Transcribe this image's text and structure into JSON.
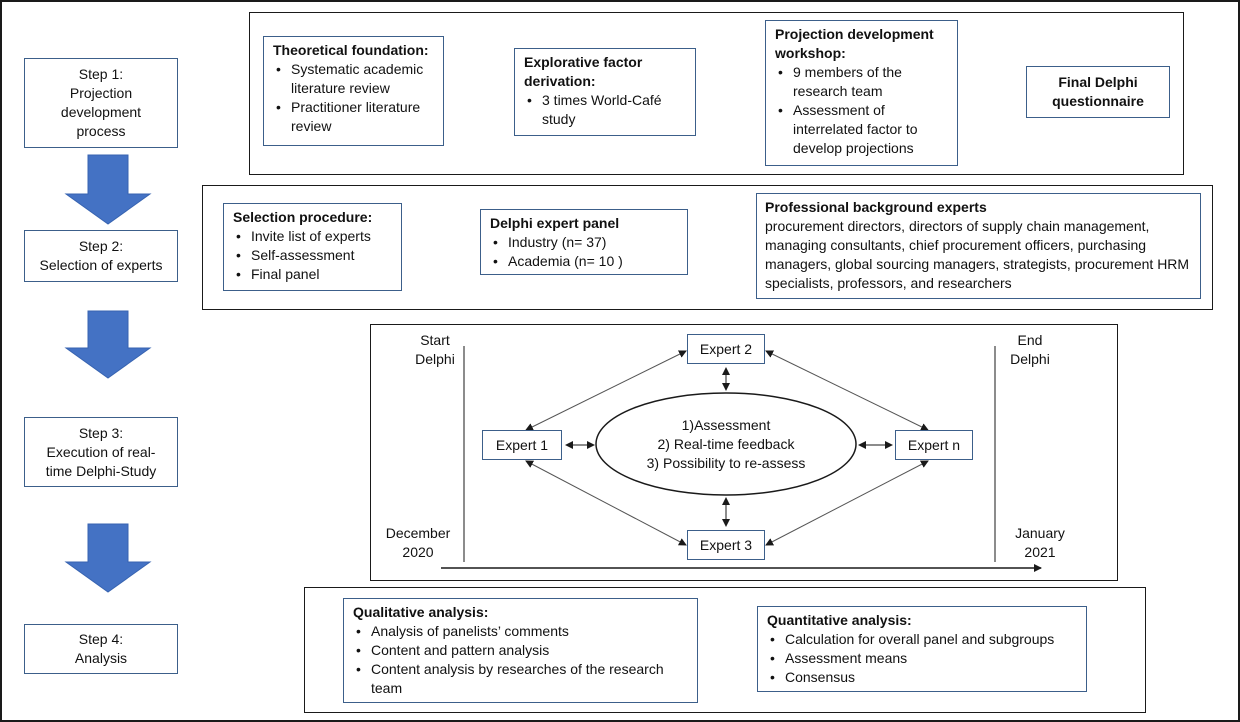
{
  "colors": {
    "arrow": "#4472C4",
    "box_border": "#3c5f8a",
    "outer_border": "#1a1a1a"
  },
  "steps": [
    {
      "lines": [
        "Step 1:",
        "Projection",
        "development",
        "process"
      ]
    },
    {
      "lines": [
        "Step 2:",
        "Selection of experts"
      ]
    },
    {
      "lines": [
        "Step 3:",
        "Execution of real-",
        "time Delphi-Study"
      ]
    },
    {
      "lines": [
        "Step 4:",
        "Analysis"
      ]
    }
  ],
  "row1": {
    "theoretical": {
      "title": "Theoretical foundation:",
      "items": [
        "Systematic academic literature review",
        "Practitioner literature review"
      ]
    },
    "explorative": {
      "title": "Explorative factor derivation:",
      "items": [
        "3 times World-Café study"
      ]
    },
    "workshop": {
      "title": "Projection development workshop:",
      "items": [
        "9 members of the research team",
        "Assessment of interrelated factor to develop projections"
      ]
    },
    "final": "Final Delphi questionnaire"
  },
  "row2": {
    "selection": {
      "title": "Selection procedure:",
      "items": [
        "Invite list of experts",
        "Self-assessment",
        "Final panel"
      ]
    },
    "panel": {
      "title": "Delphi expert panel",
      "items": [
        "Industry (n= 37)",
        "Academia (n= 10 )"
      ]
    },
    "background": {
      "title": "Professional background experts",
      "text": "procurement directors, directors of supply chain management, managing consultants, chief procurement officers, purchasing managers, global sourcing managers, strategists, procurement HRM specialists, professors, and researchers"
    }
  },
  "row3": {
    "start_label": "Start",
    "start_label2": "Delphi",
    "end_label": "End",
    "end_label2": "Delphi",
    "start_date_1": "December",
    "start_date_2": "2020",
    "end_date_1": "January",
    "end_date_2": "2021",
    "experts": {
      "top": "Expert 2",
      "left": "Expert 1",
      "right": "Expert n",
      "bottom": "Expert 3"
    },
    "center": [
      "1)Assessment",
      "2) Real-time feedback",
      "3) Possibility to re-assess"
    ]
  },
  "row4": {
    "qualitative": {
      "title": "Qualitative analysis:",
      "items": [
        "Analysis of panelists’ comments",
        "Content and pattern analysis",
        "Content analysis by researches of the research team"
      ]
    },
    "quantitative": {
      "title": "Quantitative analysis:",
      "items": [
        "Calculation for overall panel and subgroups",
        "Assessment means",
        "Consensus"
      ]
    }
  }
}
